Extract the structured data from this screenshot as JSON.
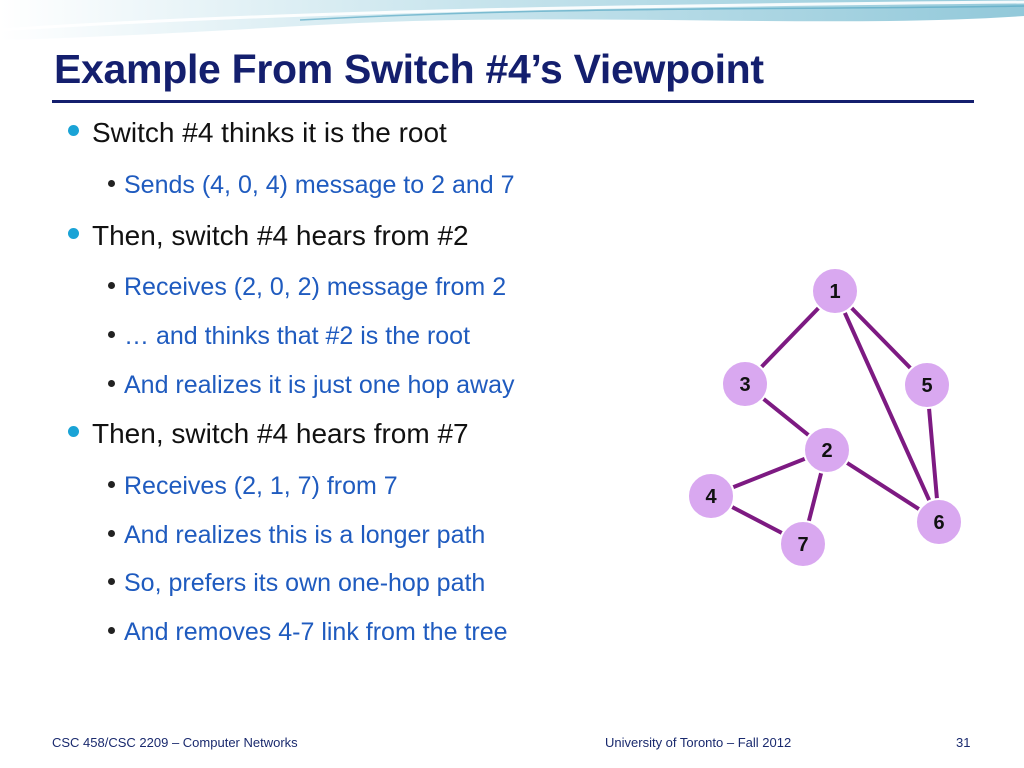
{
  "slide": {
    "title": "Example From Switch #4’s Viewpoint",
    "bullets": [
      {
        "level": 1,
        "text": "Switch #4 thinks it is the root"
      },
      {
        "level": 2,
        "text": "Sends (4, 0, 4) message to 2 and 7"
      },
      {
        "level": 1,
        "text": "Then, switch #4 hears from #2"
      },
      {
        "level": 2,
        "text": "Receives (2, 0, 2) message from 2"
      },
      {
        "level": 2,
        "text": "… and thinks that #2 is the root"
      },
      {
        "level": 2,
        "text": "And realizes it is just one hop away"
      },
      {
        "level": 1,
        "text": "Then, switch #4 hears from #7"
      },
      {
        "level": 2,
        "text": "Receives (2, 1, 7) from 7"
      },
      {
        "level": 2,
        "text": "And realizes this is a longer path"
      },
      {
        "level": 2,
        "text": "So, prefers its own one-hop path"
      },
      {
        "level": 2,
        "text": "And removes 4-7 link from the tree"
      }
    ]
  },
  "graph": {
    "nodes": [
      "1",
      "2",
      "3",
      "4",
      "5",
      "6",
      "7"
    ],
    "edges": [
      [
        "1",
        "3"
      ],
      [
        "1",
        "5"
      ],
      [
        "1",
        "6"
      ],
      [
        "3",
        "2"
      ],
      [
        "2",
        "4"
      ],
      [
        "2",
        "7"
      ],
      [
        "2",
        "6"
      ],
      [
        "4",
        "7"
      ],
      [
        "5",
        "6"
      ]
    ],
    "node_fill": "#d9a8f0",
    "node_stroke": "#ffffff",
    "edge_color": "#7d1a82"
  },
  "footer": {
    "left": "CSC 458/CSC 2209 – Computer Networks",
    "center": "University of Toronto – Fall 2012",
    "page_number": "31"
  },
  "colors": {
    "title": "#141f6e",
    "level1_bullet": "#1aa3d6",
    "level2_text": "#1f5bbf",
    "wave": "#8fc7d9"
  }
}
